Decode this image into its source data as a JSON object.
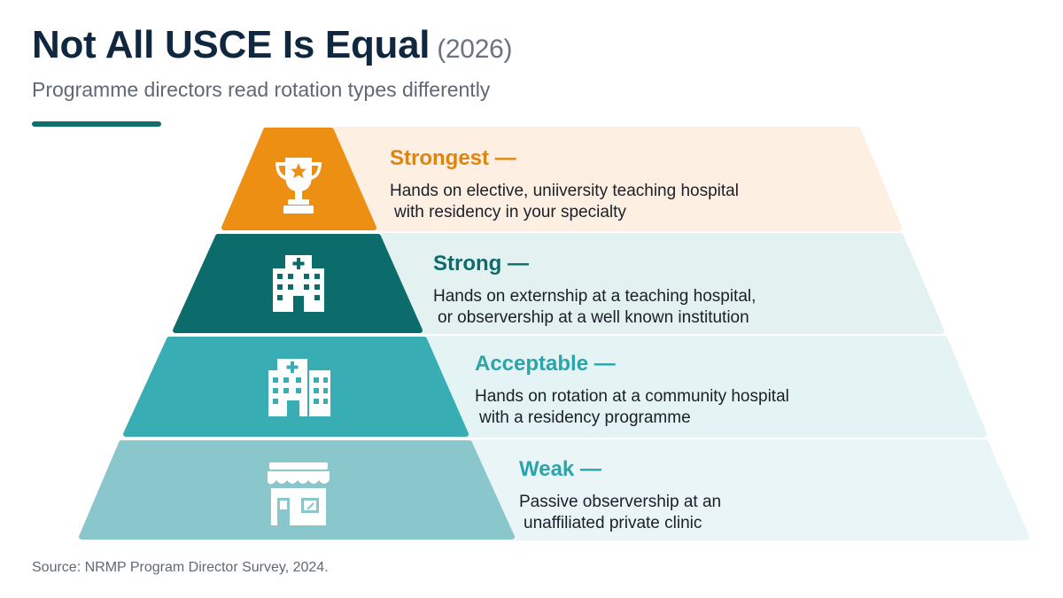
{
  "header": {
    "title": "Not All USCE Is Equal",
    "year": "(2026)",
    "subtitle": "Programme directors read rotation types differently"
  },
  "tiers": [
    {
      "heading": "Strongest —",
      "lines": [
        "Hands on elective, uniiversity teaching hospital",
        "with residency in your specialty"
      ],
      "icon": "trophy-icon",
      "color": "#ec8f13",
      "panel_color": "#fdefe2"
    },
    {
      "heading": "Strong —",
      "lines": [
        "Hands on externship at a teaching hospital,",
        "or observership at a well known institution"
      ],
      "icon": "hospital-icon",
      "color": "#0c6b6b",
      "panel_color": "#e4f1f1"
    },
    {
      "heading": "Acceptable —",
      "lines": [
        "Hands on rotation at a community hospital",
        "with a residency programme"
      ],
      "icon": "community-hospital-icon",
      "color": "#38aeb4",
      "panel_color": "#e4f3f4"
    },
    {
      "heading": "Weak —",
      "lines": [
        "Passive observership at an",
        "unaffiliated private clinic"
      ],
      "icon": "clinic-storefront-icon",
      "color": "#8ac7cd",
      "panel_color": "#eaf5f7"
    }
  ],
  "tier_heading_colors": [
    "#de8410",
    "#0c6b6b",
    "#2aa5ab",
    "#2aa5ab"
  ],
  "footer": {
    "source": "Source: NRMP Program Director Survey, 2024."
  }
}
